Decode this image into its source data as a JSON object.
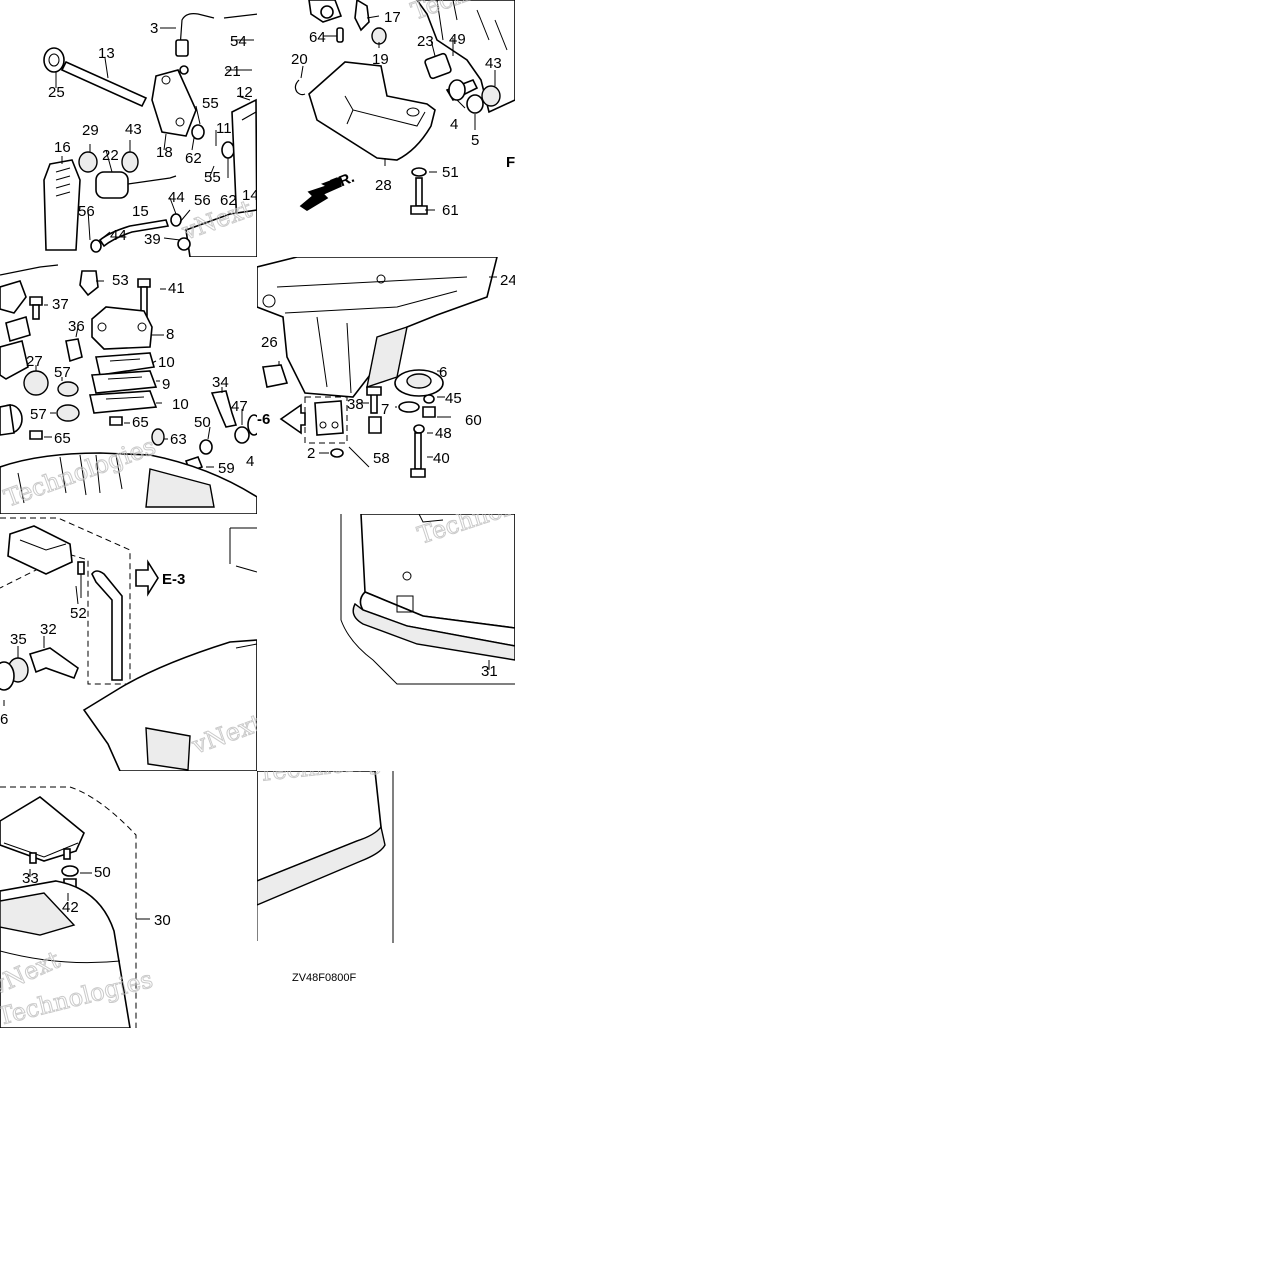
{
  "diagram_code": "ZV48F0800F",
  "watermark": {
    "line1": "vNext",
    "line2": "Technologies"
  },
  "refs": {
    "e3": "E-3",
    "e6_partial": "-6",
    "fr_arrow": "FR.",
    "f_partial": "F"
  },
  "callouts": {
    "p3": "3",
    "p54": "54",
    "p21": "21",
    "p13": "13",
    "p25": "25",
    "p12": "12",
    "p55a": "55",
    "p55b": "55",
    "p11": "11",
    "p29": "29",
    "p43a": "43",
    "p22": "22",
    "p18": "18",
    "p62a": "62",
    "p62b": "62",
    "p16": "16",
    "p14": "14",
    "p44a": "44",
    "p44b": "44",
    "p56a": "56",
    "p56b": "56",
    "p15": "15",
    "p39": "39",
    "p17": "17",
    "p64": "64",
    "p23": "23",
    "p49": "49",
    "p19": "19",
    "p20": "20",
    "p43b": "43",
    "p4": "4",
    "p5": "5",
    "p28": "28",
    "p51": "51",
    "p61": "61",
    "p53": "53",
    "p41": "41",
    "p37": "37",
    "p36": "36",
    "p8": "8",
    "p10a": "10",
    "p10b": "10",
    "p27": "27",
    "p9": "9",
    "p57a": "57",
    "p57b": "57",
    "p34": "34",
    "p65a": "65",
    "p65b": "65",
    "p50a": "50",
    "p47": "47",
    "p63": "63",
    "p59": "59",
    "p4b": "4",
    "p24": "24",
    "p26": "26",
    "p6": "6",
    "p38": "38",
    "p7": "7",
    "p45": "45",
    "p60": "60",
    "p48": "48",
    "p2": "2",
    "p58": "58",
    "p40": "40",
    "p52": "52",
    "p35": "35",
    "p32": "32",
    "p6b": "6",
    "p31": "31",
    "p33": "33",
    "p50b": "50",
    "p42": "42",
    "p30": "30"
  }
}
